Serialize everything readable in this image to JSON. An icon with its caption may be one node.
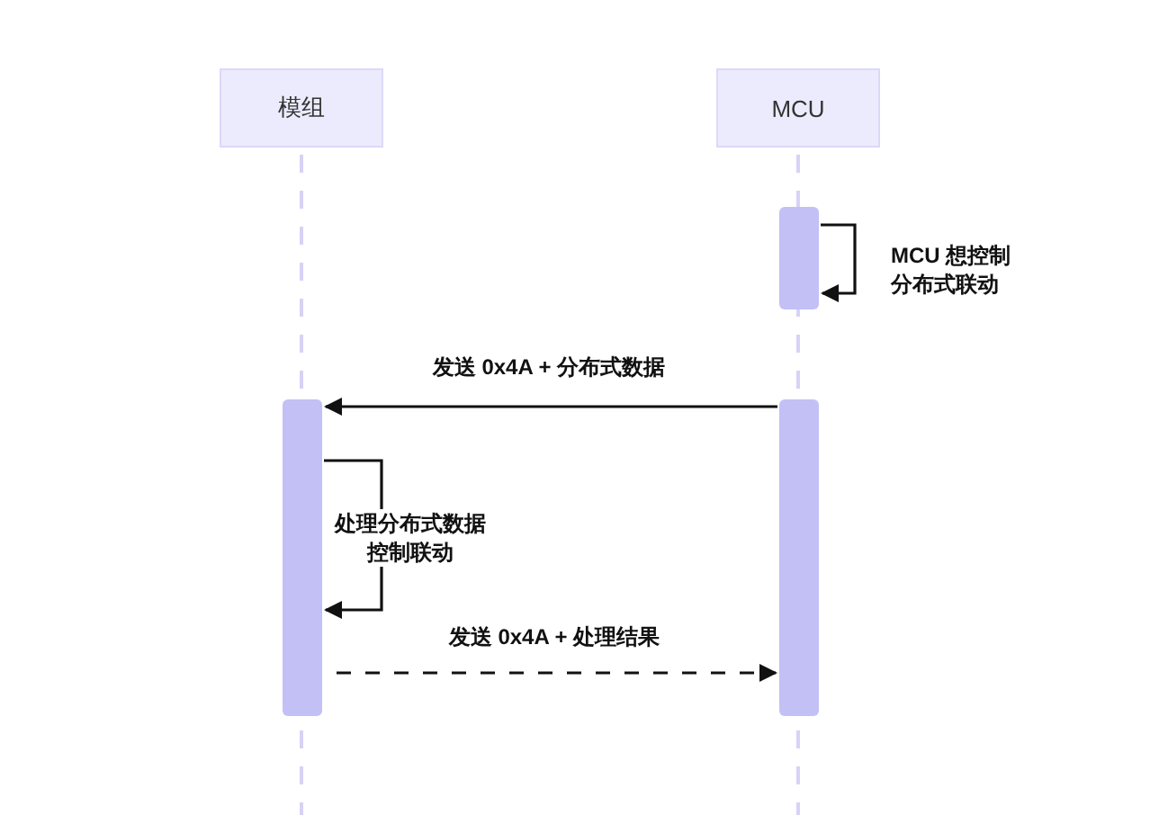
{
  "diagram": {
    "nodes": [
      {
        "text": [
          "模组"
        ]
      },
      {
        "text": [
          "MCU"
        ]
      },
      {
        "text": [],
        "shape": "bar"
      },
      {
        "text": [],
        "shape": "bar"
      },
      {
        "text": [],
        "shape": "bar"
      }
    ],
    "edges": [
      {
        "from": 2,
        "to": 2,
        "arrow": "to",
        "label": "MCU 想控制分布式联动"
      },
      {
        "from": 4,
        "to": 3,
        "arrow": "to",
        "label": "发送 0x4A + 分布式数据"
      },
      {
        "from": 3,
        "to": 3,
        "arrow": "to",
        "label": "处理分布式数据控制联动"
      },
      {
        "from": 3,
        "to": 4,
        "arrow": "to",
        "label": "发送 0x4A + 处理结果",
        "style": "dashed"
      }
    ]
  }
}
